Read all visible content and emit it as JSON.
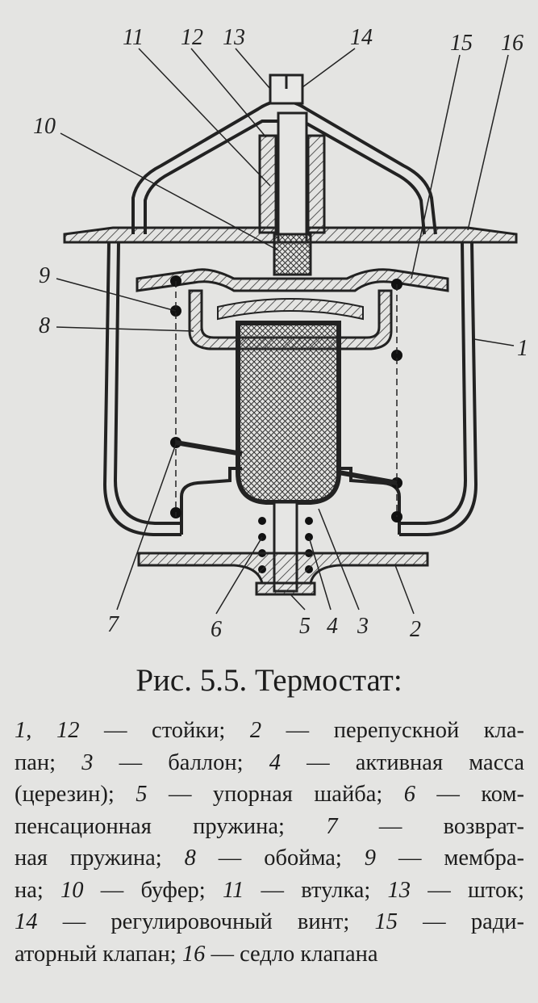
{
  "figure": {
    "callouts": [
      "1",
      "2",
      "3",
      "4",
      "5",
      "6",
      "7",
      "8",
      "9",
      "10",
      "11",
      "12",
      "13",
      "14",
      "15",
      "16"
    ]
  },
  "caption": "Рис. 5.5. Термостат:",
  "legend": [
    {
      "num": "1",
      "sep": ", ",
      "num2": "12",
      "text": " — стойки; "
    },
    {
      "num": "2",
      "text": " — перепускной клапан; "
    },
    {
      "num": "3",
      "text": " — баллон; "
    },
    {
      "num": "4",
      "text": " — активная масса (церезин); "
    },
    {
      "num": "5",
      "text": " — упорная шайба; "
    },
    {
      "num": "6",
      "text": " — компенсационная пружина; "
    },
    {
      "num": "7",
      "text": " — возвратная пружина; "
    },
    {
      "num": "8",
      "text": " — обойма; "
    },
    {
      "num": "9",
      "text": " — мембрана; "
    },
    {
      "num": "10",
      "text": " — буфер; "
    },
    {
      "num": "11",
      "text": " — втулка; "
    },
    {
      "num": "13",
      "text": " — шток; "
    },
    {
      "num": "14",
      "text": " — регулировочный винт; "
    },
    {
      "num": "15",
      "text": " — радиаторный клапан; "
    },
    {
      "num": "16",
      "text": " — седло клапана"
    }
  ],
  "legend_lines": [
    [
      {
        "i": "1"
      },
      {
        "t": ", "
      },
      {
        "i": "12"
      },
      {
        "t": " — стойки; "
      },
      {
        "i": "2"
      },
      {
        "t": " — перепускной кла-"
      }
    ],
    [
      {
        "t": "пан; "
      },
      {
        "i": "3"
      },
      {
        "t": " — баллон; "
      },
      {
        "i": "4"
      },
      {
        "t": " — активная масса"
      }
    ],
    [
      {
        "t": "(церезин); "
      },
      {
        "i": "5"
      },
      {
        "t": " — упорная шайба; "
      },
      {
        "i": "6"
      },
      {
        "t": " — ком-"
      }
    ],
    [
      {
        "t": "пенсационная пружина; "
      },
      {
        "i": "7"
      },
      {
        "t": " — возврат-"
      }
    ],
    [
      {
        "t": "ная пружина; "
      },
      {
        "i": "8"
      },
      {
        "t": " — обойма; "
      },
      {
        "i": "9"
      },
      {
        "t": " — мембра-"
      }
    ],
    [
      {
        "t": "на; "
      },
      {
        "i": "10"
      },
      {
        "t": " — буфер; "
      },
      {
        "i": "11"
      },
      {
        "t": " — втулка; "
      },
      {
        "i": "13"
      },
      {
        "t": " — шток;"
      }
    ],
    [
      {
        "i": "14"
      },
      {
        "t": " — регулировочный винт; "
      },
      {
        "i": "15"
      },
      {
        "t": " — ради-"
      }
    ],
    [
      {
        "t": "аторный клапан; "
      },
      {
        "i": "16"
      },
      {
        "t": " — седло клапана"
      }
    ]
  ]
}
